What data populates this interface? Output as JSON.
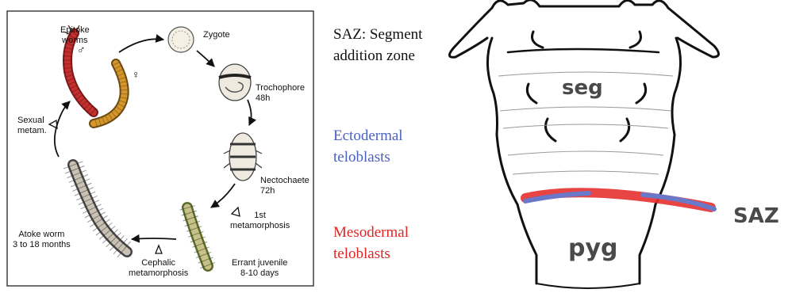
{
  "life_cycle": {
    "epitoke": "Epitoke\nworms",
    "male": "♂",
    "female": "♀",
    "zygote": "Zygote",
    "trochophore": "Trochophore\n48h",
    "nectochaete": "Nectochaete\n72h",
    "first_meta": "1st\nmetamorphosis",
    "errant": "Errant juvenile\n8-10 days",
    "cephalic": "Cephalic\nmetamorphosis",
    "atoke": "Atoke worm\n3 to 18 months",
    "sexual": "Sexual\nmetam."
  },
  "legend": {
    "saz": "SAZ: Segment\naddition zone",
    "ecto": "Ectodermal\nteloblasts",
    "meso": "Mesodermal\nteloblasts"
  },
  "labels": {
    "seg": "seg",
    "pyg": "pyg",
    "saz": "SAZ"
  },
  "colors": {
    "ecto": "#4a5fc2",
    "meso": "#e02424",
    "ecto_band": "#6a78c9",
    "meso_band": "#e53030",
    "outline": "#111111"
  }
}
